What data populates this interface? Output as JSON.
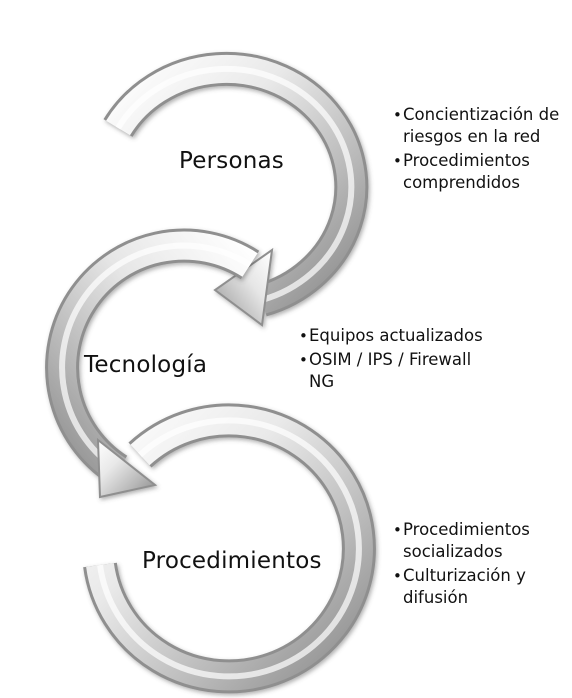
{
  "stages": [
    {
      "label": "Personas",
      "bullets": [
        "Concientización de riesgos en la red",
        "Procedimientos comprendidos"
      ]
    },
    {
      "label": "Tecnología",
      "bullets": [
        "Equipos actualizados",
        "OSIM / IPS / Firewall NG"
      ]
    },
    {
      "label": "Procedimientos",
      "bullets": [
        "Procedimientos socializados",
        "Culturización y difusión"
      ]
    }
  ],
  "colors": {
    "arrow_light": "#ffffff",
    "arrow_mid": "#c9c9c9",
    "arrow_dark": "#8a8a8a",
    "text": "#111111"
  }
}
